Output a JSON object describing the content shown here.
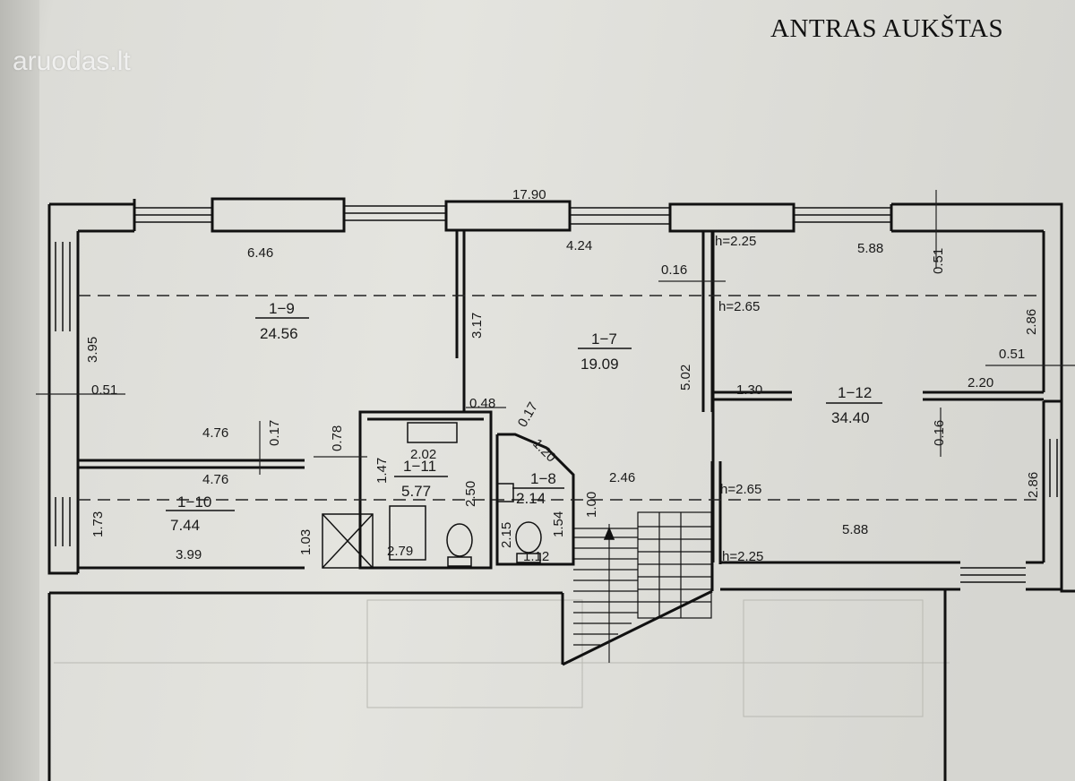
{
  "header": {
    "title": "ANTRAS AUKŠTAS",
    "watermark": "aruodas.lt"
  },
  "plan": {
    "overall_width": "17.90",
    "rooms": [
      {
        "id": "1−9",
        "area": "24.56"
      },
      {
        "id": "1−7",
        "area": "19.09"
      },
      {
        "id": "1−12",
        "area": "34.40"
      },
      {
        "id": "1−10",
        "area": "7.44"
      },
      {
        "id": "1−11",
        "area": "5.77"
      },
      {
        "id": "1−8",
        "area": "2.14"
      }
    ],
    "dimensions": {
      "d_646": "6.46",
      "d_424": "4.24",
      "d_588_top": "5.88",
      "d_051_top": "0.51",
      "d_016_a": "0.16",
      "d_317": "3.17",
      "d_395": "3.95",
      "d_051_left": "0.51",
      "d_476_a": "4.76",
      "d_017": "0.17",
      "d_078": "0.78",
      "d_048": "0.48",
      "d_017_diag": "0.17",
      "d_120": "1.20",
      "d_502": "5.02",
      "d_286_a": "2.86",
      "d_051_right": "0.51",
      "d_130": "1.30",
      "d_220": "2.20",
      "d_016_b": "0.16",
      "d_476_b": "4.76",
      "d_173": "1.73",
      "d_399": "3.99",
      "d_103": "1.03",
      "d_202": "2.02",
      "d_147": "1.47",
      "d_250": "2.50",
      "d_279": "2.79",
      "d_215": "2.15",
      "d_154": "1.54",
      "d_112": "1.12",
      "d_100": "1.00",
      "d_246": "2.46",
      "d_286_b": "2.86",
      "d_588_bottom": "5.88"
    },
    "heights": {
      "h_225_top": "h=2.25",
      "h_265_a": "h=2.65",
      "h_265_b": "h=2.65",
      "h_225_bottom": "h=2.25"
    }
  }
}
